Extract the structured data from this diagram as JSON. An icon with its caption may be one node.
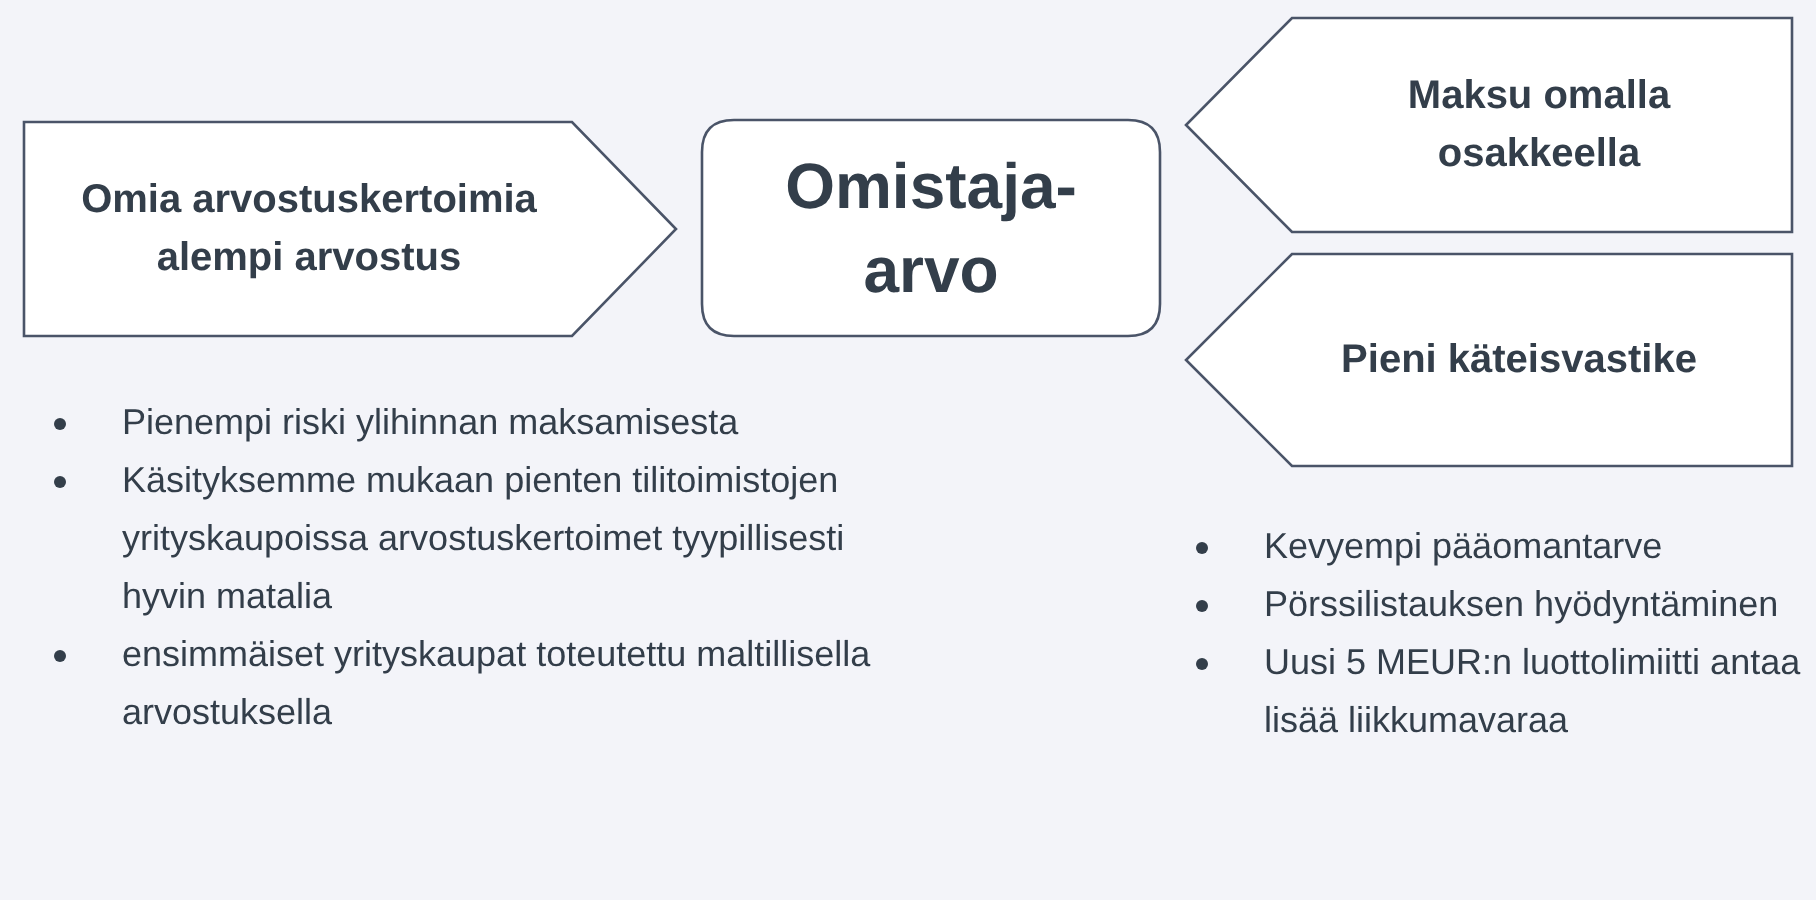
{
  "diagram": {
    "nodes": [
      {
        "text": [
          "Omia arvostuskertoimia alempi arvostus"
        ]
      },
      {
        "text": [
          "Omistaja-arvo"
        ]
      },
      {
        "text": [
          "Maksu omalla osakkeella"
        ]
      },
      {
        "text": [
          "Pieni käteisvastike"
        ]
      }
    ],
    "labels": [
      "Pienempi riski ylihinnan maksamisesta",
      "Käsityksemme mukaan pienten tilitoimistojen yrityskaupoissa arvostuskertoimet tyypillisesti hyvin matalia",
      "ensimmäiset yrityskaupat toteutettu maltillisella arvostuksella",
      "Kevyempi pääomantarve",
      "Pörssilistauksen hyödyntäminen",
      "Uusi 5 MEUR:n luottolimiitti antaa lisää liikkumavaraa"
    ]
  }
}
